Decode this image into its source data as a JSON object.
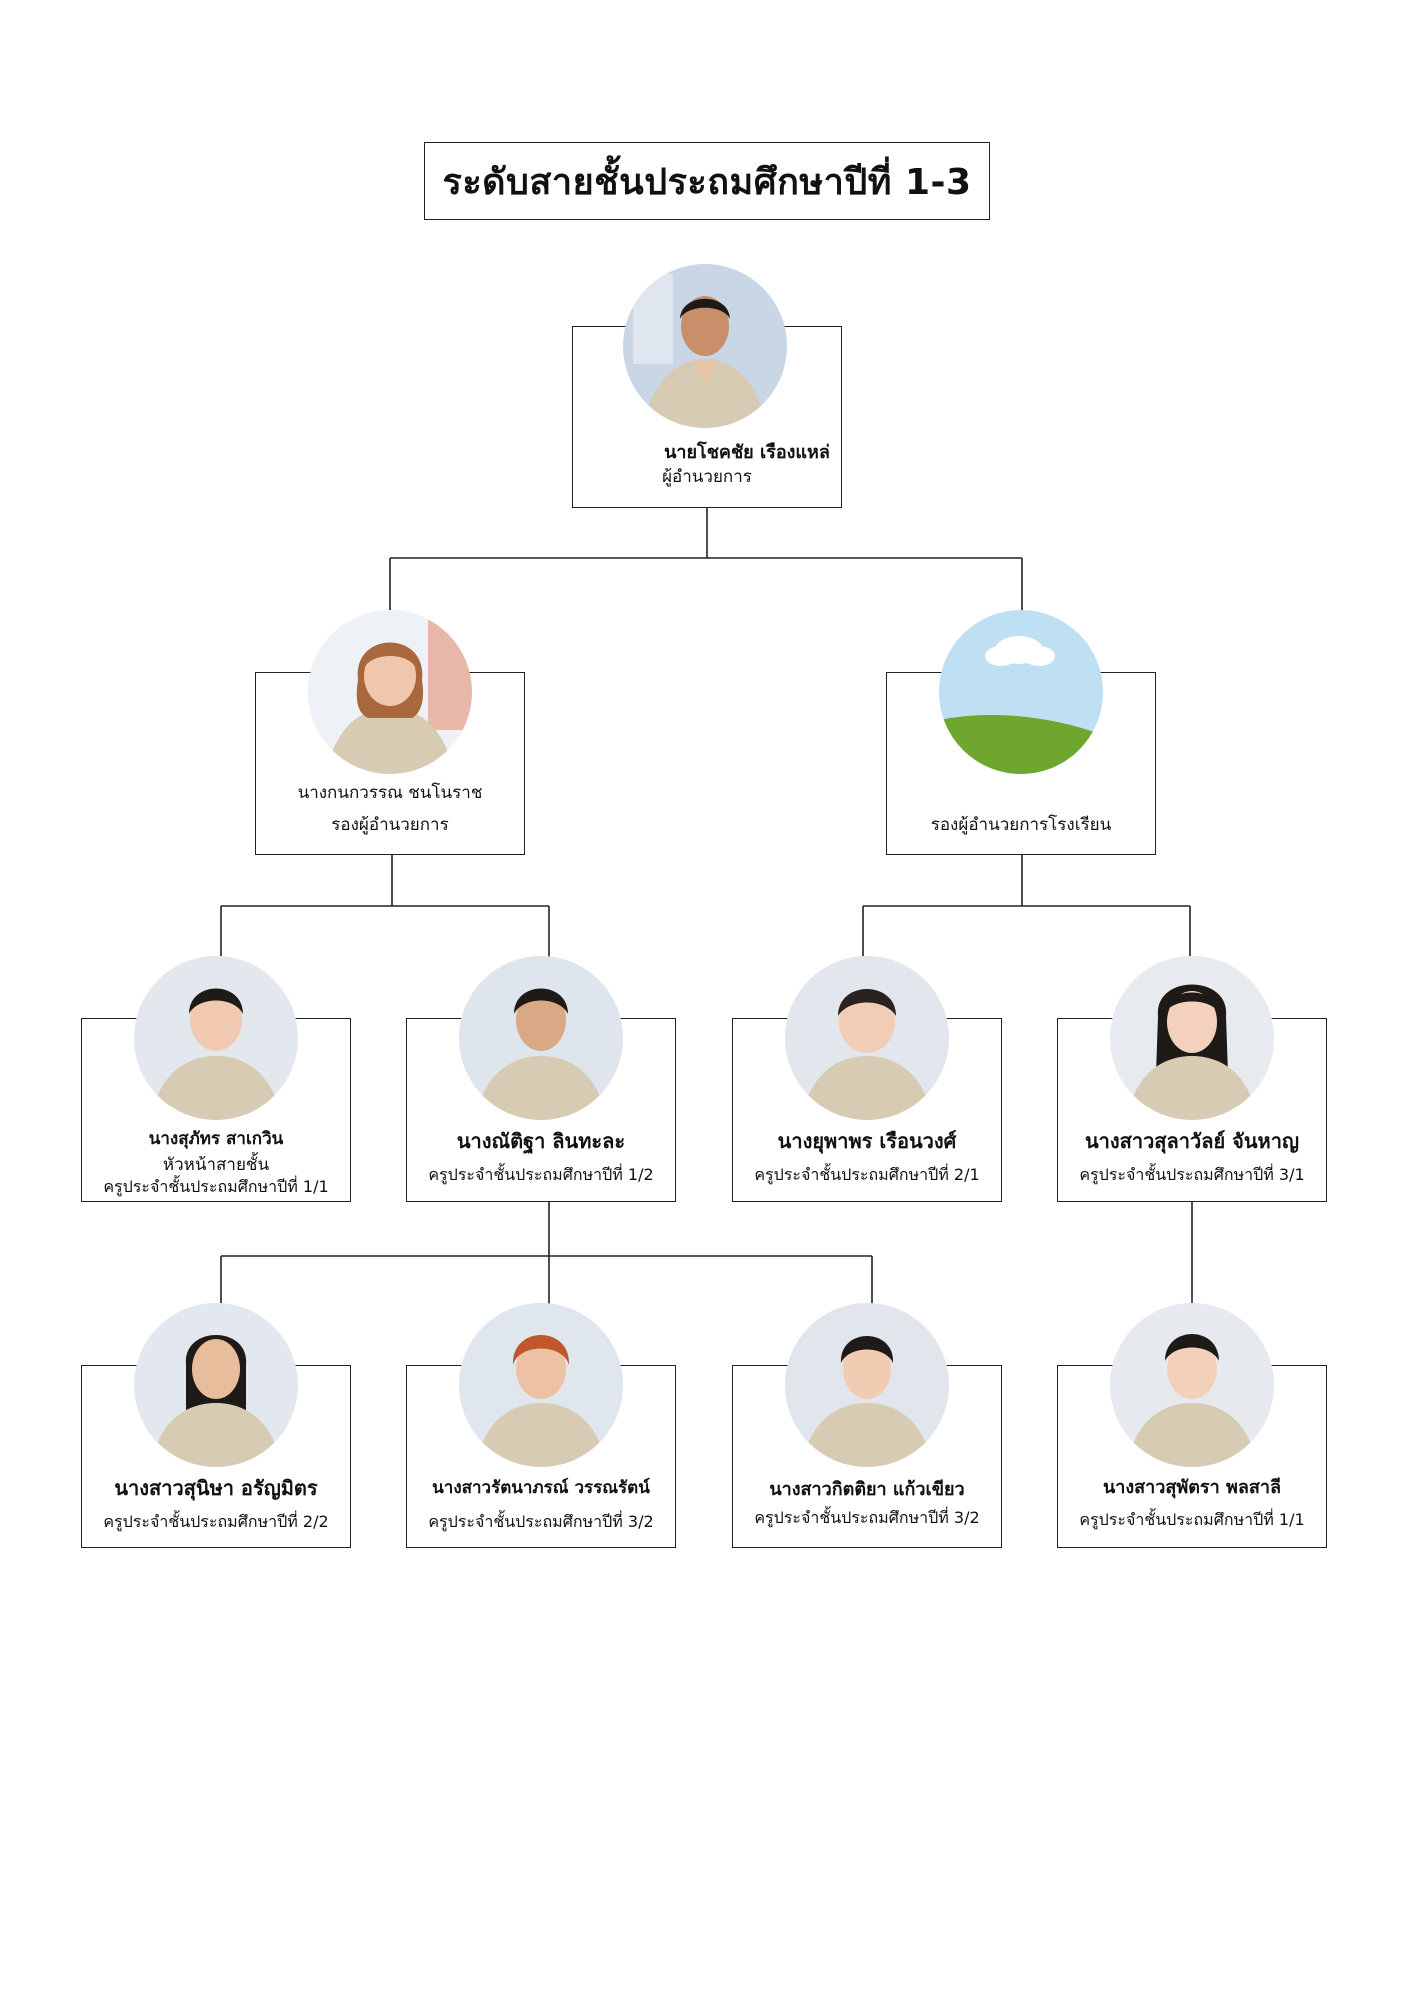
{
  "title": "ระดับสายชั้นประถมศึกษาปีที่ 1-3",
  "director": {
    "name": "นายโชคชัย เรืองแหล่",
    "role": "ผู้อำนวยการ"
  },
  "deputies": [
    {
      "name": "นางกนกวรรณ  ชนโนราช",
      "role": "รองผู้อำนวยการ"
    },
    {
      "name": "",
      "role": "รองผู้อำนวยการโรงเรียน"
    }
  ],
  "row3": [
    {
      "name": "นางสุภัทร  สาเกวิน",
      "role": "หัวหน้าสายชั้น",
      "role2": "ครูประจำชั้นประถมศึกษาปีที่ 1/1"
    },
    {
      "name": "นางณัติฐา ลินทะละ",
      "role": "ครูประจำชั้นประถมศึกษาปีที่ 1/2"
    },
    {
      "name": "นางยุพาพร  เรือนวงศ์",
      "role": "ครูประจำชั้นประถมศึกษาปีที่ 2/1"
    },
    {
      "name": "นางสาวสุลาวัลย์ จันหาญ",
      "role": "ครูประจำชั้นประถมศึกษาปีที่ 3/1"
    }
  ],
  "row4": [
    {
      "name": "นางสาวสุนิษา อรัญมิตร",
      "role": "ครูประจำชั้นประถมศึกษาปีที่ 2/2"
    },
    {
      "name": "นางสาวรัตนาภรณ์ วรรณรัตน์",
      "role": "ครูประจำชั้นประถมศึกษาปีที่ 3/2"
    },
    {
      "name": "นางสาวกิตติยา แก้วเขียว",
      "role": "ครูประจำชั้นประถมศึกษาปีที่ 3/2"
    },
    {
      "name": "นางสาวสุพัตรา พลสาลี",
      "role": "ครูประจำชั้นประถมศึกษาปีที่ 1/1"
    }
  ],
  "colors": {
    "uniform": "#d8cbb3",
    "skin": "#e9c5a8",
    "hair": "#1e1a18",
    "sky": "#bfe0f2",
    "grass": "#6fa62e"
  },
  "icons": {
    "portrait": "person-portrait-icon",
    "placeholder": "landscape-placeholder-icon"
  }
}
